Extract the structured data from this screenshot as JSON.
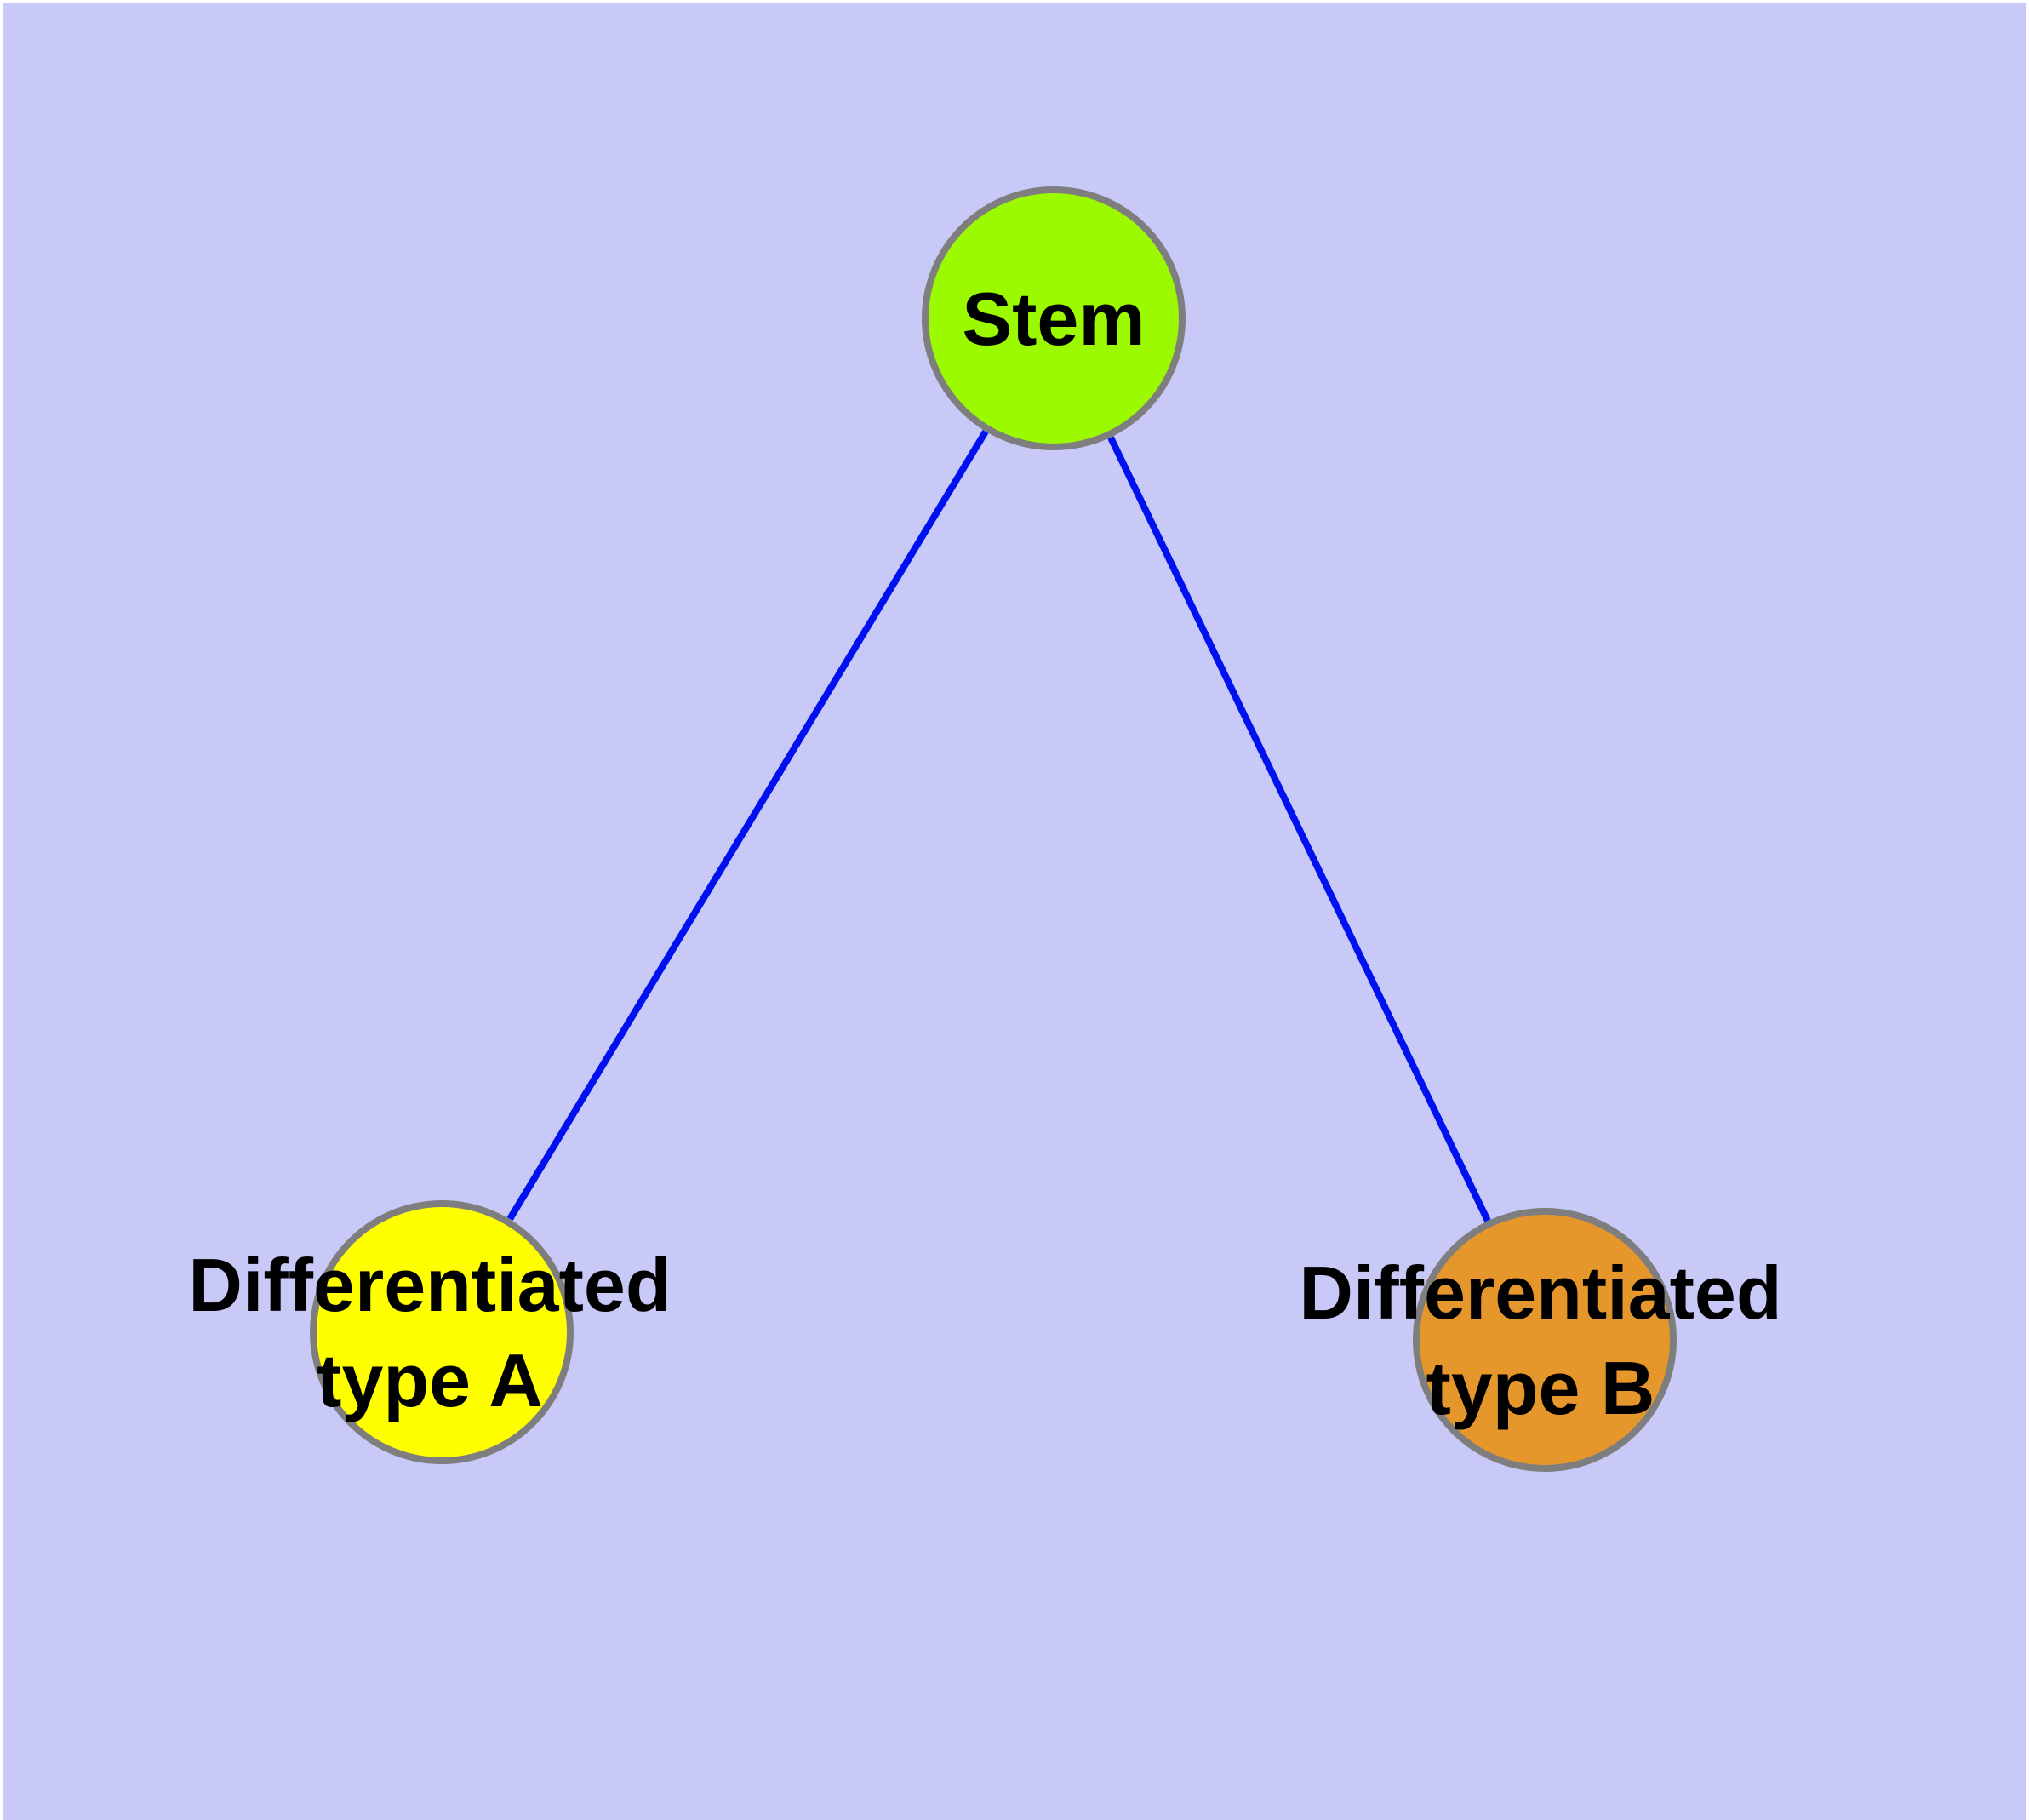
{
  "diagram": {
    "type": "node-link-graph",
    "colors": {
      "page_margin": "#FFFFFF",
      "background": "#C9C9F8",
      "edge": "#0011F0",
      "node_border": "#7E7E7E",
      "label_text": "#000000",
      "stem_fill": "#9BF900",
      "type_a_fill": "#FFFF00",
      "type_b_fill": "#E6972B"
    },
    "nodes": {
      "stem": {
        "label": "Stem",
        "fill": "#9BF900"
      },
      "type_a": {
        "label_line1": "Differentiated",
        "label_line2": "type A",
        "fill": "#FFFF00"
      },
      "type_b": {
        "label_line1": "Differentiated",
        "label_line2": "type B",
        "fill": "#E6972B"
      }
    },
    "edges": [
      {
        "from": "Stem",
        "to": "Differentiated type A"
      },
      {
        "from": "Stem",
        "to": "Differentiated type B"
      }
    ]
  }
}
